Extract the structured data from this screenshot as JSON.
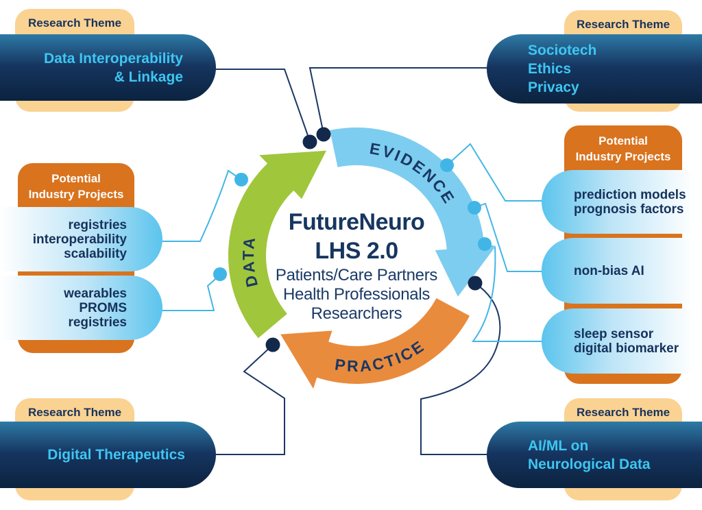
{
  "colors": {
    "navy": "#16325C",
    "navy_line": "#1B3764",
    "cyan_text": "#3EC6F2",
    "tan": "#FAD292",
    "orange": "#D9731E",
    "green_arrow": "#A0C63C",
    "blue_arrow": "#7DCDF0",
    "orange_arrow": "#E98B3D",
    "light_blue": "#41B6E6",
    "arc_label": "#1A3763"
  },
  "center": {
    "title_line1": "FutureNeuro",
    "title_line2": "LHS 2.0",
    "subtitle_line1": "Patients/Care Partners",
    "subtitle_line2": "Health Professionals",
    "subtitle_line3": "Researchers"
  },
  "ring": {
    "segments": [
      {
        "label": "DATA"
      },
      {
        "label": "EVIDENCE"
      },
      {
        "label": "PRACTICE"
      }
    ]
  },
  "boxes": {
    "top_left": {
      "tag": "Research Theme",
      "line1": "Data Interoperability",
      "line2": "& Linkage"
    },
    "top_right": {
      "tag": "Research Theme",
      "line1": "Sociotech",
      "line2": "Ethics",
      "line3": "Privacy"
    },
    "bottom_left": {
      "tag": "Research Theme",
      "line1": "Digital Therapeutics"
    },
    "bottom_right": {
      "tag": "Research Theme",
      "line1": "AI/ML on",
      "line2": "Neurological Data"
    },
    "mid_left": {
      "tag_line1": "Potential",
      "tag_line2": "Industry Projects",
      "pill1": {
        "line1": "registries",
        "line2": "interoperability",
        "line3": "scalability"
      },
      "pill2": {
        "line1": "wearables",
        "line2": "PROMS",
        "line3": "registries"
      }
    },
    "mid_right": {
      "tag_line1": "Potential",
      "tag_line2": "Industry Projects",
      "pill1": {
        "line1": "prediction models",
        "line2": "prognosis factors"
      },
      "pill2": {
        "line1": "non-bias AI"
      },
      "pill3": {
        "line1": "sleep sensor",
        "line2": "digital biomarker"
      }
    }
  }
}
